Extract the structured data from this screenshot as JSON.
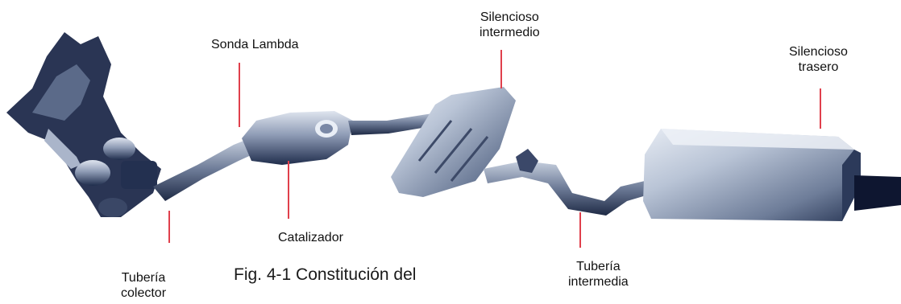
{
  "labels": {
    "sonda_lambda": "Sonda Lambda",
    "silencioso_intermedio": [
      "Silencioso",
      "intermedio"
    ],
    "silencioso_trasero": [
      "Silencioso",
      "trasero"
    ],
    "catalizador": "Catalizador",
    "tuberia_colector": [
      "Tubería",
      "colector"
    ],
    "tuberia_intermedia": [
      "Tubería",
      "intermedia"
    ]
  },
  "caption": "Fig. 4-1 Constitución del",
  "colors": {
    "leader_line": "#e0404c",
    "metal_dark": "#1c2b4a",
    "metal_mid": "#6f7f9c",
    "metal_light": "#c9d2e2",
    "text": "#111111"
  }
}
